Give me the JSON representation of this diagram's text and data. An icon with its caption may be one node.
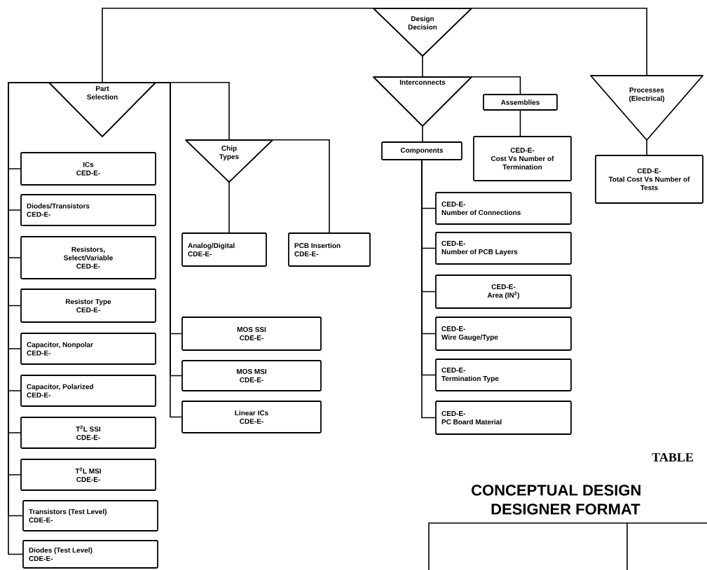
{
  "diagram": {
    "nodes": [
      {
        "text": [
          "Design Decision"
        ]
      },
      {
        "text": [
          "Part Selection"
        ]
      },
      {
        "text": [
          "Chip Types"
        ]
      },
      {
        "text": [
          "Analog/Digital",
          "CDE-E-"
        ]
      },
      {
        "text": [
          "PCB Insertion",
          "CDE-E-"
        ]
      },
      {
        "text": [
          "ICs",
          "CED-E-"
        ]
      },
      {
        "text": [
          "Diodes/Transistors",
          "CED-E-"
        ]
      },
      {
        "text": [
          "Resistors, Select/Variable",
          "CED-E-"
        ]
      },
      {
        "text": [
          "Resistor Type",
          "CED-E-"
        ]
      },
      {
        "text": [
          "Capacitor, Nonpolar",
          "CED-E-"
        ]
      },
      {
        "text": [
          "Capacitor, Polarized",
          "CED-E-"
        ]
      },
      {
        "text": [
          "T$^{2}$L SSI",
          "CDE-E-"
        ]
      },
      {
        "text": [
          "T$^{2}$L MSI",
          "CDE-E-"
        ]
      },
      {
        "text": [
          "Transistors (Test Level)",
          "CDE-E-"
        ]
      },
      {
        "text": [
          "Diodes (Test Level)",
          "CDE-E-"
        ]
      },
      {
        "text": [
          "MOS SSI",
          "CDE-E-"
        ]
      },
      {
        "text": [
          "MOS MSI",
          "CDE-E-"
        ]
      },
      {
        "text": [
          "Linear ICs",
          "CDE-E-"
        ]
      },
      {
        "text": [
          "Interconnects"
        ]
      },
      {
        "text": [
          "Assemblies"
        ]
      },
      {
        "text": [
          "Components"
        ]
      },
      {
        "text": [
          "CED-E-",
          "Cost Vs Number of Termination"
        ]
      },
      {
        "text": [
          "CED-E-",
          "Number of Connections"
        ]
      },
      {
        "text": [
          "CED-E-",
          "Number of PCB Layers"
        ]
      },
      {
        "text": [
          "CED-E-",
          "Area (IN$^{2}$)"
        ]
      },
      {
        "text": [
          "CED-E-",
          "Wire Gauge/Type"
        ]
      },
      {
        "text": [
          "CED-E-",
          "Termination Type"
        ]
      },
      {
        "text": [
          "CED-E-",
          "PC Board Material"
        ]
      },
      {
        "text": [
          "Processes (Electrical)"
        ]
      },
      {
        "text": [
          "CED-E-",
          "Total Cost Vs Number of Tests"
        ]
      }
    ],
    "edges": [
      {
        "from": 0,
        "to": 1,
        "arrow": "none"
      },
      {
        "from": 0,
        "to": 18,
        "arrow": "none"
      },
      {
        "from": 0,
        "to": 28,
        "arrow": "none"
      },
      {
        "from": 1,
        "to": 2,
        "arrow": "none"
      },
      {
        "from": 1,
        "to": 5,
        "arrow": "none"
      },
      {
        "from": 1,
        "to": 6,
        "arrow": "none"
      },
      {
        "from": 1,
        "to": 7,
        "arrow": "none"
      },
      {
        "from": 1,
        "to": 8,
        "arrow": "none"
      },
      {
        "from": 1,
        "to": 9,
        "arrow": "none"
      },
      {
        "from": 1,
        "to": 10,
        "arrow": "none"
      },
      {
        "from": 1,
        "to": 11,
        "arrow": "none"
      },
      {
        "from": 1,
        "to": 12,
        "arrow": "none"
      },
      {
        "from": 1,
        "to": 13,
        "arrow": "none"
      },
      {
        "from": 1,
        "to": 14,
        "arrow": "none"
      },
      {
        "from": 1,
        "to": 15,
        "arrow": "none"
      },
      {
        "from": 1,
        "to": 16,
        "arrow": "none"
      },
      {
        "from": 1,
        "to": 17,
        "arrow": "none"
      },
      {
        "from": 2,
        "to": 3,
        "arrow": "none"
      },
      {
        "from": 2,
        "to": 4,
        "arrow": "none"
      },
      {
        "from": 18,
        "to": 19,
        "arrow": "none"
      },
      {
        "from": 18,
        "to": 20,
        "arrow": "none"
      },
      {
        "from": 19,
        "to": 21,
        "arrow": "none"
      },
      {
        "from": 20,
        "to": 22,
        "arrow": "none"
      },
      {
        "from": 20,
        "to": 23,
        "arrow": "none"
      },
      {
        "from": 20,
        "to": 24,
        "arrow": "none"
      },
      {
        "from": 20,
        "to": 25,
        "arrow": "none"
      },
      {
        "from": 20,
        "to": 26,
        "arrow": "none"
      },
      {
        "from": 20,
        "to": 27,
        "arrow": "none"
      },
      {
        "from": 28,
        "to": 29,
        "arrow": "none"
      }
    ],
    "labels": [
      "TABLE",
      "CONCEPTUAL DESIGN",
      "DESIGNER FORMAT"
    ]
  }
}
